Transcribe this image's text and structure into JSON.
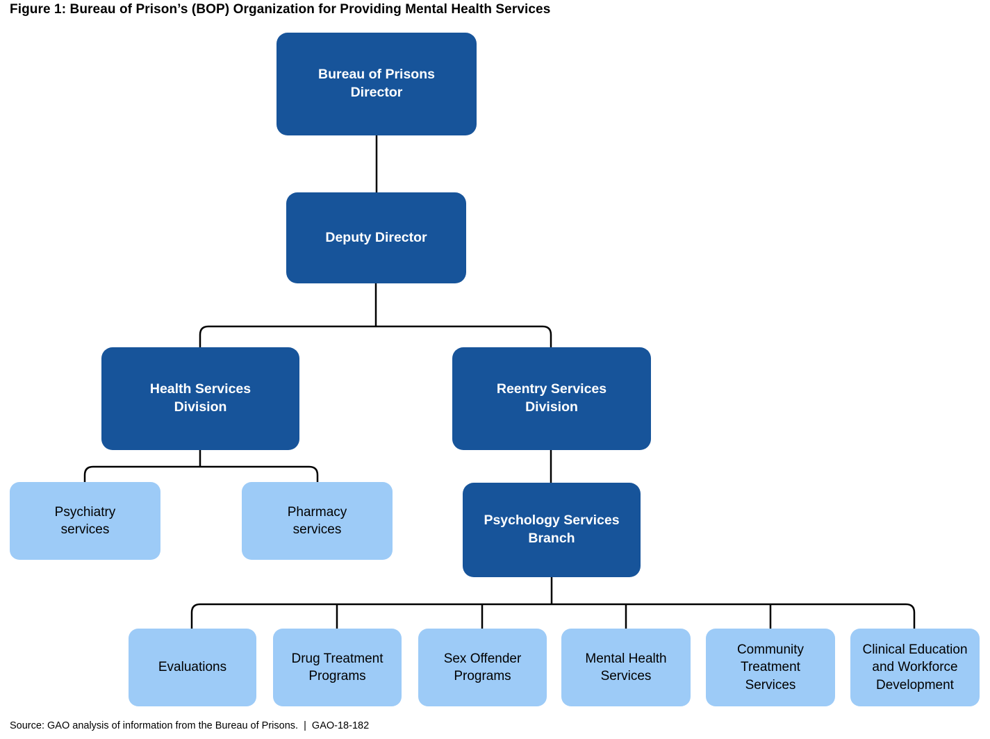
{
  "title": "Figure 1: Bureau of Prison’s (BOP) Organization for Providing Mental Health Services",
  "source_line": "Source: GAO analysis of information from the Bureau of Prisons.  |  GAO-18-182",
  "colors": {
    "dark_blue": "#17549A",
    "light_blue": "#9DCBF7",
    "line": "#000000"
  },
  "nodes": {
    "director": {
      "label": "Bureau of Prisons\nDirector",
      "style": "dark",
      "parent": null
    },
    "deputy_director": {
      "label": "Deputy Director",
      "style": "dark",
      "parent": "director"
    },
    "health_services_division": {
      "label": "Health Services\nDivision",
      "style": "dark",
      "parent": "deputy_director"
    },
    "reentry_services_division": {
      "label": "Reentry Services\nDivision",
      "style": "dark",
      "parent": "deputy_director"
    },
    "psychiatry_services": {
      "label": "Psychiatry\nservices",
      "style": "light",
      "parent": "health_services_division"
    },
    "pharmacy_services": {
      "label": "Pharmacy\nservices",
      "style": "light",
      "parent": "health_services_division"
    },
    "psychology_services_branch": {
      "label": "Psychology Services\nBranch",
      "style": "dark",
      "parent": "reentry_services_division"
    },
    "evaluations": {
      "label": "Evaluations",
      "style": "light",
      "parent": "psychology_services_branch"
    },
    "drug_treatment_programs": {
      "label": "Drug Treatment\nPrograms",
      "style": "light",
      "parent": "psychology_services_branch"
    },
    "sex_offender_programs": {
      "label": "Sex Offender\nPrograms",
      "style": "light",
      "parent": "psychology_services_branch"
    },
    "mental_health_services": {
      "label": "Mental Health\nServices",
      "style": "light",
      "parent": "psychology_services_branch"
    },
    "community_treatment_services": {
      "label": "Community\nTreatment\nServices",
      "style": "light",
      "parent": "psychology_services_branch"
    },
    "clinical_education_workforce_development": {
      "label": "Clinical Education\nand Workforce\nDevelopment",
      "style": "light",
      "parent": "psychology_services_branch"
    }
  }
}
